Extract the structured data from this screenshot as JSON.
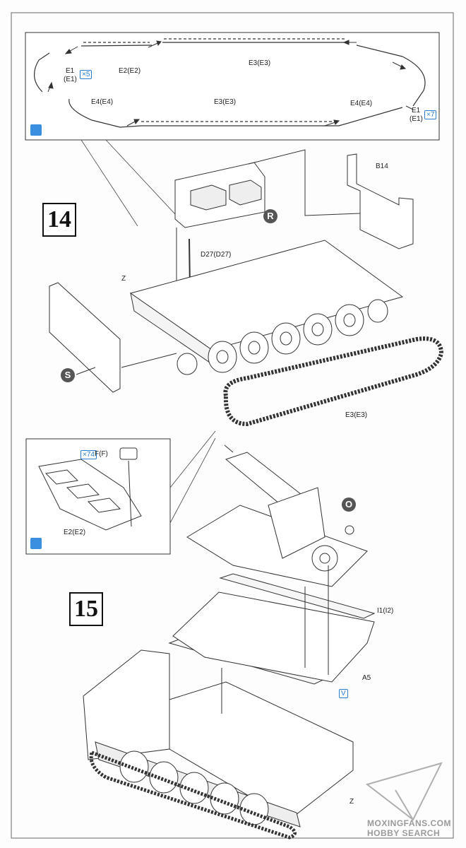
{
  "steps": {
    "step14": "14",
    "step15": "15"
  },
  "track_detail": {
    "e1_left": "E1",
    "e1_left_alt": "(E1)",
    "e1_left_qty": "×5",
    "e2": "E2(E2)",
    "e3_top": "E3(E3)",
    "e4_left": "E4(E4)",
    "e3_bottom": "E3(E3)",
    "e4_right": "E4(E4)",
    "e1_right": "E1",
    "e1_right_alt": "(E1)",
    "e1_right_qty": "×7"
  },
  "step14": {
    "b14": "B14",
    "r_marker": "R",
    "d27": "D27(D27)",
    "z": "Z",
    "s_marker": "S",
    "track": "E3(E3)"
  },
  "link_detail": {
    "qty": "×74",
    "f": "F(F)",
    "e2": "E2(E2)"
  },
  "step15": {
    "o_marker": "O",
    "i1": "I1(I2)",
    "a5": "A5",
    "z": "Z",
    "v_marker": "V"
  },
  "watermark": {
    "line1": "MOXINGFANS.COM",
    "line2": "HOBBY SEARCH"
  },
  "icons": [
    "glue-icon",
    "brush-icon"
  ]
}
